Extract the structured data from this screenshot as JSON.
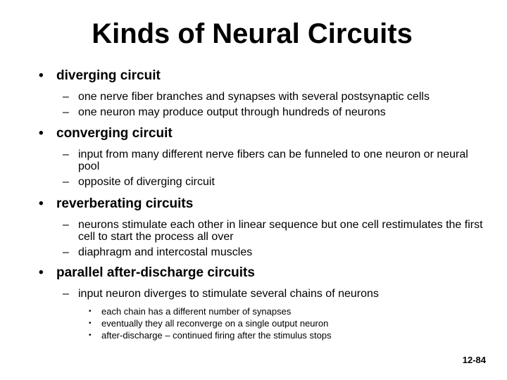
{
  "slide": {
    "title": "Kinds of Neural Circuits",
    "bullet_glyph": "•",
    "dash_glyph": "–",
    "small_bullet_glyph": "•",
    "sections": [
      {
        "heading": "diverging circuit",
        "items": [
          "one nerve fiber branches and synapses with several postsynaptic cells",
          "one neuron may produce output through hundreds of neurons"
        ]
      },
      {
        "heading": "converging circuit",
        "items": [
          "input from many different nerve fibers can be funneled to one neuron or neural pool",
          "opposite of diverging circuit"
        ]
      },
      {
        "heading": "reverberating circuits",
        "items": [
          "neurons stimulate each other in linear sequence but one cell restimulates the first cell to start the process all over",
          "diaphragm and intercostal muscles"
        ]
      },
      {
        "heading": "parallel after-discharge circuits",
        "items": [
          "input neuron diverges to stimulate several chains of neurons"
        ],
        "subitems": [
          "each chain has a different number of synapses",
          "eventually they all reconverge on a single output neuron",
          "after-discharge – continued firing after the stimulus stops"
        ]
      }
    ],
    "page_number": "12-84"
  }
}
